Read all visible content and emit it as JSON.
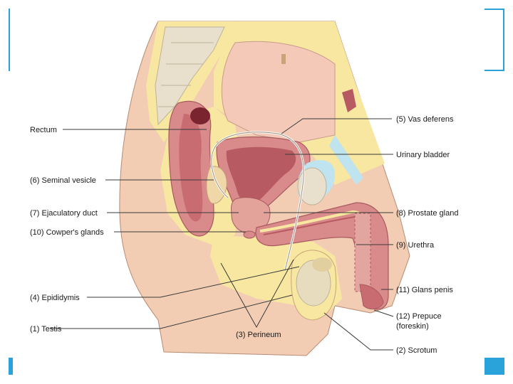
{
  "labels": {
    "rectum": "Rectum",
    "seminal_vesicle": "(6) Seminal vesicle",
    "ejaculatory_duct": "(7) Ejaculatory duct",
    "cowpers_glands": "(10) Cowper's glands",
    "epididymis": "(4) Epididymis",
    "testis": "(1) Testis",
    "perineum": "(3) Perineum",
    "vas_deferens": "(5) Vas deferens",
    "urinary_bladder": "Urinary bladder",
    "prostate_gland": "(8) Prostate gland",
    "urethra": "(9) Urethra",
    "glans_penis": "(11) Glans penis",
    "prepuce_line1": "(12) Prepuce",
    "prepuce_line2": "(foreskin)",
    "scrotum": "(2) Scrotum"
  },
  "colors": {
    "accent": "#29a3d9",
    "skin": "#f2cdb4",
    "fat": "#f7e7a0",
    "tissue": "#d98a8a",
    "muscle": "#c96c72",
    "bone": "#e8e0cc",
    "bladder_light": "#f4c9b8",
    "cartilage": "#bfe3ef"
  }
}
